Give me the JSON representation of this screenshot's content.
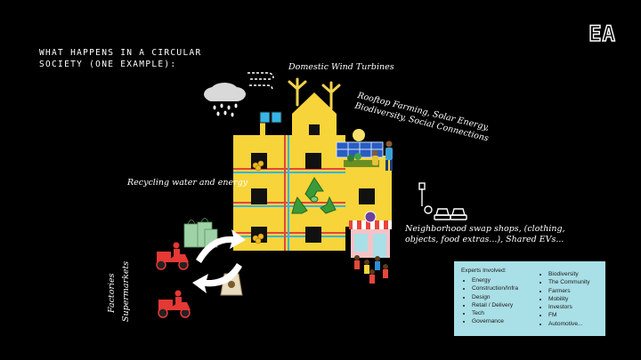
{
  "title": "What happens in a circular society (one example):",
  "logo": "EA",
  "labels": {
    "wind": "Domestic Wind Turbines",
    "rooftop": [
      "Rooftop Farming, Solar Energy,",
      "Biodiversity, Social Connections"
    ],
    "recycling": "Recycling water and energy",
    "neighborhood": [
      "Neighborhood swap shops, (clothing,",
      "objects, food extras...), Shared EVs..."
    ],
    "factories": "Factories",
    "supermarkets": "Supermarkets"
  },
  "experts": {
    "heading": "Experts Involved:",
    "col1": [
      "Energy",
      "Construction/Infra",
      "Design",
      "Retail / Delivery",
      "Tech",
      "Governance"
    ],
    "col2": [
      "Biodiversity",
      "The Community",
      "Farmers",
      "Mobility",
      "Investors",
      "FM",
      "Automotive..."
    ]
  },
  "colors": {
    "building": "#f7d43a",
    "pipe_red": "#e8453c",
    "pipe_blue": "#35b6e6",
    "panel": "#a9dfe6",
    "recycle": "#3a9a3a"
  }
}
